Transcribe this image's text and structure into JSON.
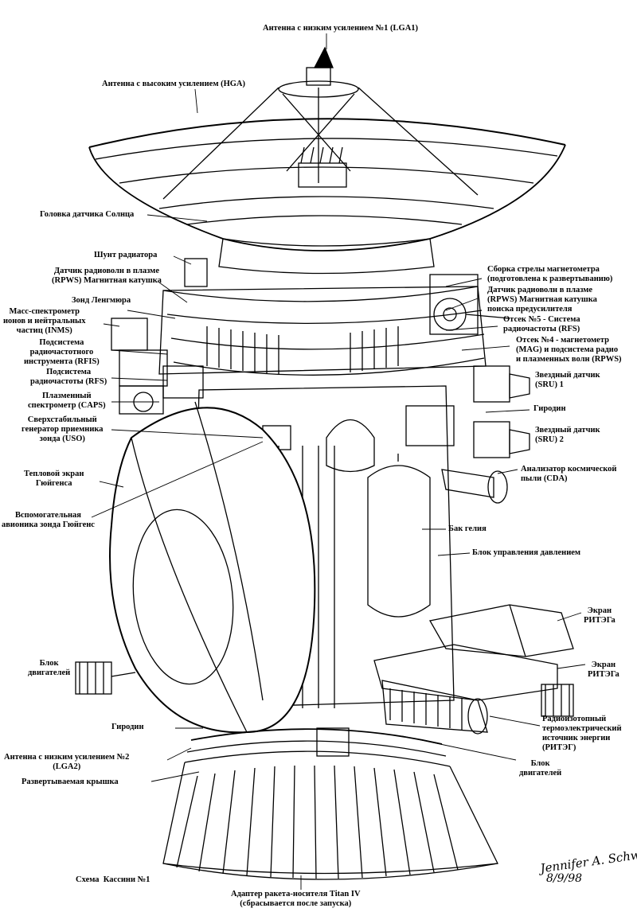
{
  "labels": {
    "lga1": "Антенна с низким усилением №1 (LGA1)",
    "hga": "Антенна с высоким усилением (HGA)",
    "sun_sensor": "Головка датчика Солнца",
    "radiator_shunt": "Шунт радиатора",
    "rpws_coil": "Датчик радиоволн в плазме\n(RPWS) Магнитная катушка",
    "langmuir": "Зонд Ленгмюра",
    "inms": "Масс-спектрометр\nионов и нейтральных\nчастиц (INMS)",
    "rfis": "Подсистема\nрадиочастотного\nинструмента (RFIS)",
    "caps_sub": "Подсистема\nрадиочастоты (RFS)",
    "caps": "Плазменный\nспектрометр (CAPS)",
    "uso": "Сверхстабильный\nгенератор приемника\nзонда (USO)",
    "huygens_shield": "Тепловой экран\nГюйгенса",
    "huygens_avionics": "Вспомогательная\nавионика зонда Гюйгенс",
    "engines_left": "Блок\nдвигателей",
    "gyro_bottom": "Гиродин",
    "lga2": "Антенна с низким усилением №2\n(LGA2)",
    "cover": "Развертываемая крышка",
    "caption": "Схема  Кассини №1",
    "adapter": "Адаптер ракета-носителя Titan IV\n(сбрасывается после запуска)",
    "mag_boom": "Сборка стрелы магнетометра\n(подготовлена к развертыванию)",
    "rpws_preamp": "Датчик радиоволн в плазме\n(RPWS) Магнитная катушка\nпоиска предусилителя",
    "bay5": "Отсек №5 - Система\nрадиочастоты (RFS)",
    "bay4": "Отсек №4 - магнетометр\n(MAG) и подсистема радио\nи плазменных волн (RPWS)",
    "sru1": "Звездный датчик\n(SRU) 1",
    "gyro_right": "Гиродин",
    "sru2": "Звездный датчик\n(SRU) 2",
    "cda": "Анализатор космической\nпыли (CDA)",
    "helium": "Бак гелия",
    "pressure": "Блок управления давлением",
    "rtg_screen1": "Экран\nРИТЭГа",
    "rtg_screen2": "Экран\nРИТЭГа",
    "rtg": "Радиоизотопный\nтермоэлектрический\nисточник энергии\n(РИТЭГ)",
    "engines_right": "Блок\nдвигателей"
  },
  "signature": {
    "name": "Jennifer A. Schwarz",
    "date": "8/9/98"
  }
}
